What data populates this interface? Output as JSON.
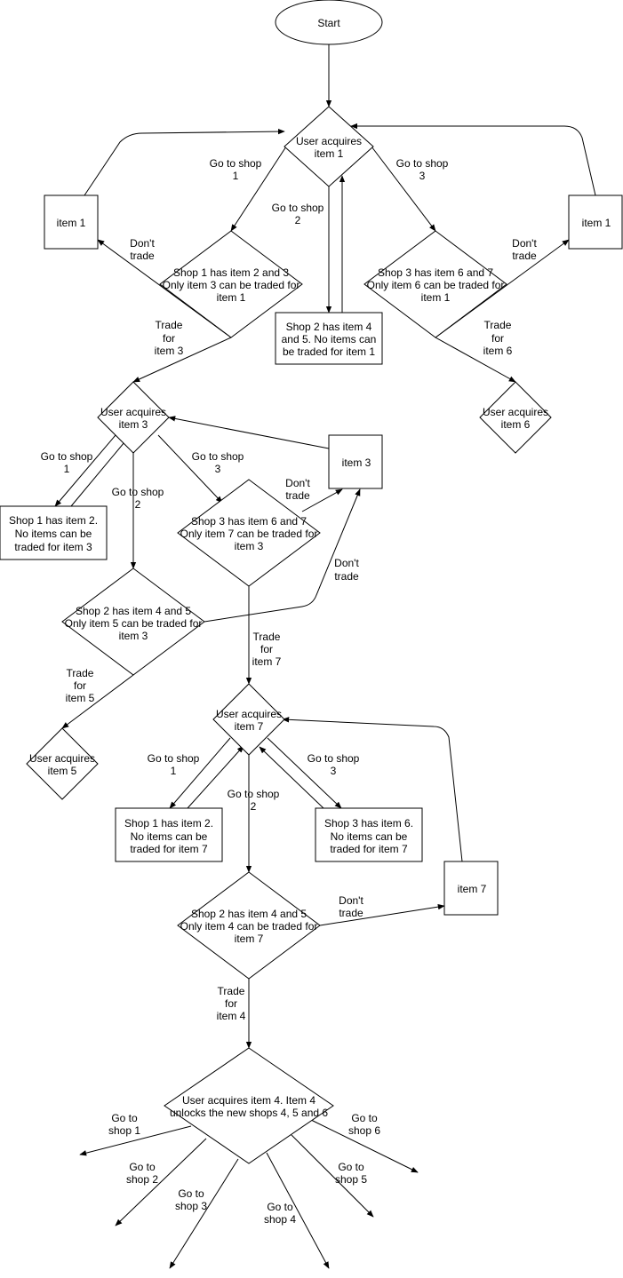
{
  "nodes": {
    "start": [
      "Start"
    ],
    "ua1": [
      "User acquires",
      "item 1"
    ],
    "s1a": [
      "Shop 1 has item 2 and 3",
      "Only item 3 can be traded for",
      "item 1"
    ],
    "s2a": [
      "Shop 2 has item 4",
      "and 5. No items can",
      "be traded for item 1"
    ],
    "s3a": [
      "Shop 3 has item 6 and 7",
      "Only item 6 can be traded for",
      "item 1"
    ],
    "item1_left": [
      "item 1"
    ],
    "item1_right": [
      "item 1"
    ],
    "ua6": [
      "User acquires",
      "item 6"
    ],
    "ua3": [
      "User acquires",
      "item 3"
    ],
    "s1b": [
      "Shop 1 has item 2.",
      "No items can be",
      "traded for item 3"
    ],
    "s3b": [
      "Shop 3 has item 6 and 7",
      "Only item 7 can be traded for",
      "item 3"
    ],
    "item3": [
      "item 3"
    ],
    "s2b": [
      "Shop 2 has item 4 and 5",
      "Only item 5 can be traded for",
      "item 3"
    ],
    "ua5": [
      "User acquires",
      "item 5"
    ],
    "ua7": [
      "User acquires",
      "item 7"
    ],
    "s1c": [
      "Shop 1 has item 2.",
      "No items can be",
      "traded for item 7"
    ],
    "s3c": [
      "Shop 3 has item 6.",
      "No items can be",
      "traded for item 7"
    ],
    "item7": [
      "item 7"
    ],
    "s2c": [
      "Shop 2 has item 4 and 5",
      "Only item 4 can be traded for",
      "item 7"
    ],
    "ua4": [
      "User acquires item 4. Item 4",
      "unlocks the new shops 4, 5 and 6"
    ]
  },
  "edge_labels": {
    "gs1_a": [
      "Go to shop",
      "1"
    ],
    "gs2_a": [
      "Go to shop",
      "2"
    ],
    "gs3_a": [
      "Go to shop",
      "3"
    ],
    "dt_l": [
      "Don't",
      "trade"
    ],
    "dt_r": [
      "Don't",
      "trade"
    ],
    "tr3": [
      "Trade",
      "for",
      "item 3"
    ],
    "tr6": [
      "Trade",
      "for",
      "item 6"
    ],
    "gs1_b": [
      "Go to shop",
      "1"
    ],
    "gs2_b": [
      "Go to shop",
      "2"
    ],
    "gs3_b": [
      "Go to shop",
      "3"
    ],
    "dt_b1": [
      "Don't",
      "trade"
    ],
    "dt_b2": [
      "Don't",
      "trade"
    ],
    "tr5": [
      "Trade",
      "for",
      "item 5"
    ],
    "tr7": [
      "Trade",
      "for",
      "item 7"
    ],
    "gs1_c": [
      "Go to shop",
      "1"
    ],
    "gs2_c": [
      "Go to shop",
      "2"
    ],
    "gs3_c": [
      "Go to shop",
      "3"
    ],
    "dt_c": [
      "Don't",
      "trade"
    ],
    "tr4": [
      "Trade",
      "for",
      "item 4"
    ],
    "gs1_d": [
      "Go to",
      "shop 1"
    ],
    "gs2_d": [
      "Go to",
      "shop 2"
    ],
    "gs3_d": [
      "Go to",
      "shop 3"
    ],
    "gs4_d": [
      "Go to",
      "shop 4"
    ],
    "gs5_d": [
      "Go to",
      "shop 5"
    ],
    "gs6_d": [
      "Go to",
      "shop 6"
    ]
  }
}
